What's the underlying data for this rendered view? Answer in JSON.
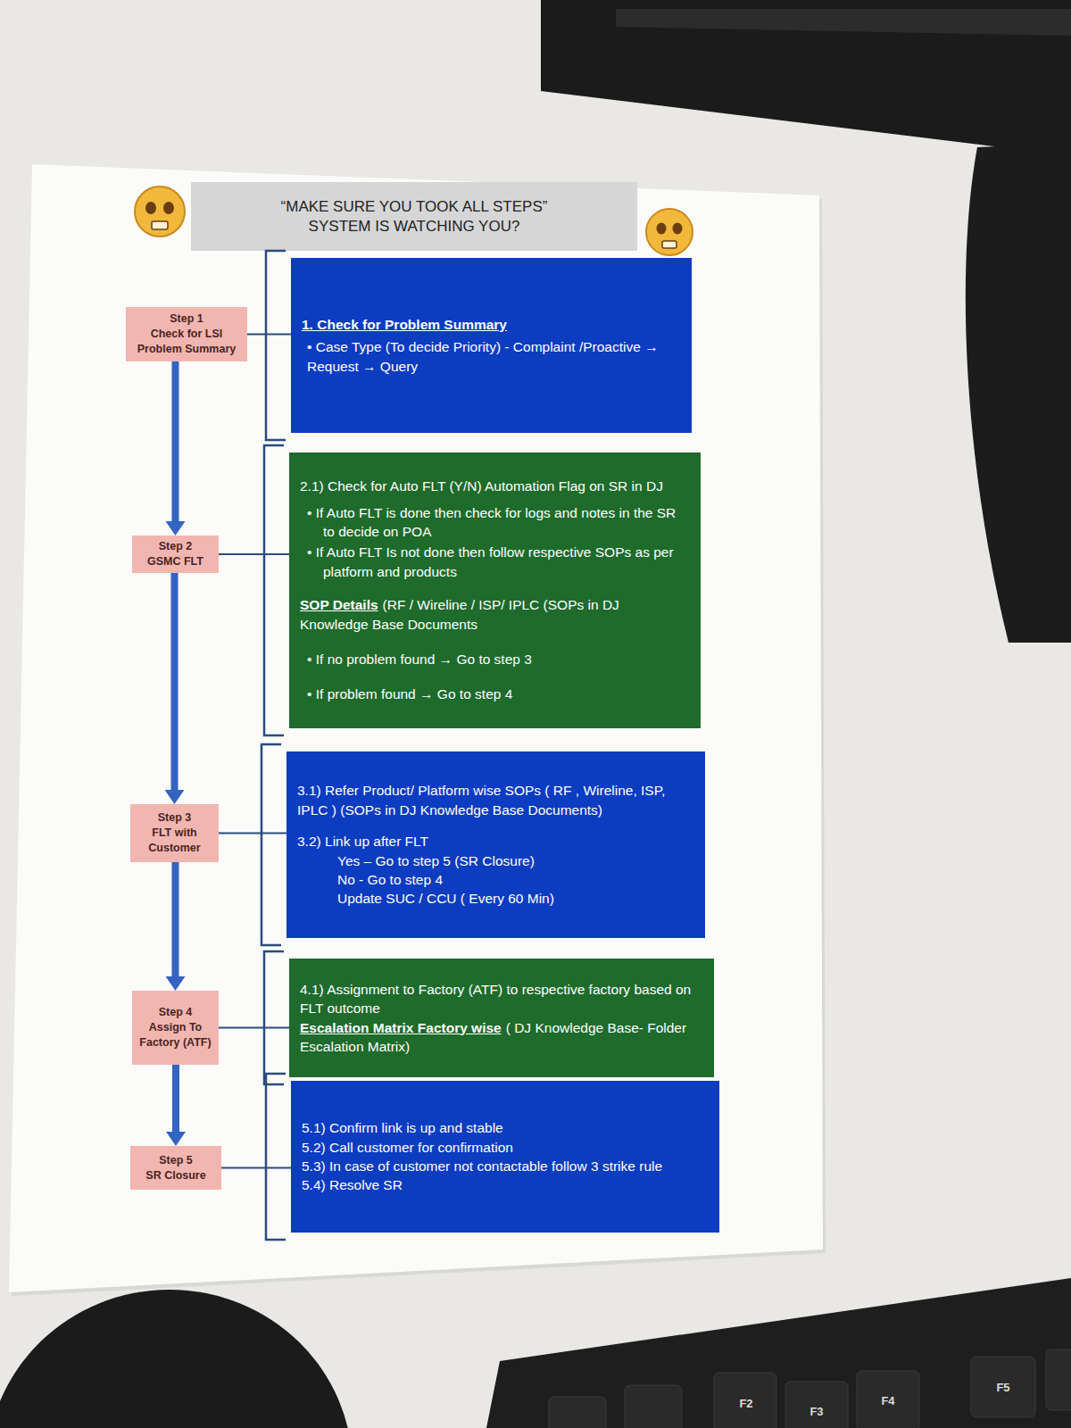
{
  "diagram": {
    "title": "“MAKE SURE YOU TOOK ALL STEPS” SYSTEM IS WATCHING YOU?",
    "nodes": [
      {
        "text": [
          "Step 1",
          "Check for LSI Problem Summary"
        ]
      },
      {
        "text": [
          "1. Check for Problem Summary",
          "• Case Type (To decide Priority) - Complaint /Proactive → Request → Query"
        ]
      },
      {
        "text": [
          "Step 2",
          "GSMC FLT"
        ]
      },
      {
        "text": [
          "2.1) Check for Auto FLT (Y/N) Automation Flag on SR in DJ",
          "• If Auto FLT is done then check for logs and notes in the SR to decide on POA",
          "• If Auto FLT Is not done then follow respective SOPs as per platform and products",
          "SOP Details",
          "(RF / Wireline / ISP/ IPLC (SOPs in DJ Knowledge Base Documents",
          "• If no problem found → Go to step 3",
          "• If problem found → Go to step 4"
        ]
      },
      {
        "text": [
          "Step 3",
          "FLT with Customer"
        ]
      },
      {
        "text": [
          "3.1) Refer Product/ Platform wise SOPs ( RF , Wireline, ISP, IPLC ) (SOPs in DJ Knowledge Base Documents)",
          "3.2) Link up after FLT",
          "Yes – Go to step 5 (SR Closure)",
          "No - Go to step 4",
          "Update SUC / CCU ( Every 60 Min)"
        ]
      },
      {
        "text": [
          "Step 4",
          "Assign To Factory (ATF)"
        ]
      },
      {
        "text": [
          "4.1) Assignment to Factory (ATF) to respective factory based on FLT outcome",
          "Escalation Matrix Factory wise",
          "( DJ Knowledge Base- Folder Escalation Matrix)"
        ]
      },
      {
        "text": [
          "Step 5",
          "SR Closure"
        ]
      },
      {
        "text": [
          "5.1) Confirm link is up and stable",
          "5.2) Call customer for confirmation",
          "5.3) In case of customer not contactable follow 3 strike rule",
          "5.4) Resolve SR"
        ]
      }
    ],
    "edges": [
      {
        "from": 0,
        "to": 2,
        "arrow": "to"
      },
      {
        "from": 2,
        "to": 4,
        "arrow": "to"
      },
      {
        "from": 4,
        "to": 6,
        "arrow": "to"
      },
      {
        "from": 6,
        "to": 8,
        "arrow": "to"
      },
      {
        "from": 0,
        "to": 1,
        "arrow": "none"
      },
      {
        "from": 2,
        "to": 3,
        "arrow": "none"
      },
      {
        "from": 4,
        "to": 5,
        "arrow": "none"
      },
      {
        "from": 6,
        "to": 7,
        "arrow": "none"
      },
      {
        "from": 8,
        "to": 9,
        "arrow": "none"
      }
    ],
    "labels": [
      "F2",
      "F3",
      "F4",
      "F5"
    ]
  }
}
